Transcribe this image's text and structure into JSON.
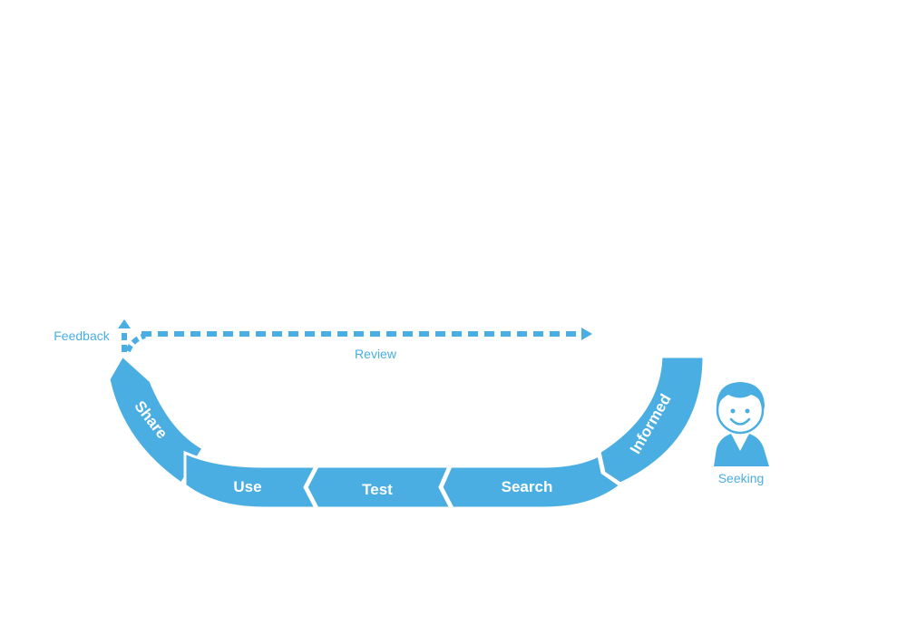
{
  "colors": {
    "accent": "#4aaee2",
    "background": "#ffffff"
  },
  "stages": [
    {
      "id": "informed",
      "label": "Informed"
    },
    {
      "id": "search",
      "label": "Search"
    },
    {
      "id": "test",
      "label": "Test"
    },
    {
      "id": "use",
      "label": "Use"
    },
    {
      "id": "share",
      "label": "Share"
    }
  ],
  "person": {
    "icon": "person-icon",
    "label": "Seeking"
  },
  "review": {
    "label": "Review"
  },
  "feedback": {
    "label": "Feedback"
  }
}
